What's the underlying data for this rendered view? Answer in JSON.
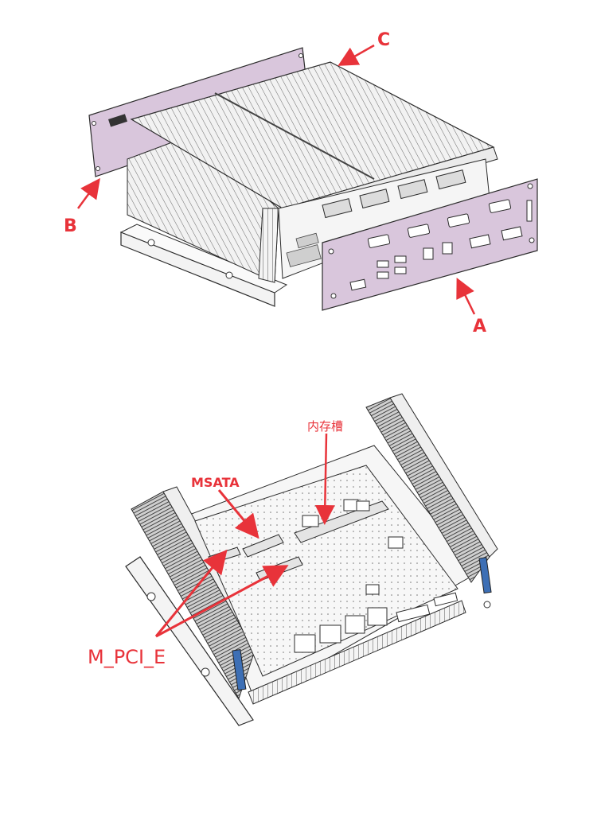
{
  "top_diagram": {
    "callouts": {
      "a": "A",
      "b": "B",
      "c": "C"
    }
  },
  "bottom_diagram": {
    "callouts": {
      "memory_slot": "内存槽",
      "msata": "MSATA",
      "m_pci_e": "M_PCI_E"
    }
  },
  "colors": {
    "callout": "#e8333a",
    "panel_fill": "#d9c6dc",
    "line": "#2b2b2b",
    "metal_light": "#eeeeee",
    "port_blue": "#3d6fb5"
  }
}
